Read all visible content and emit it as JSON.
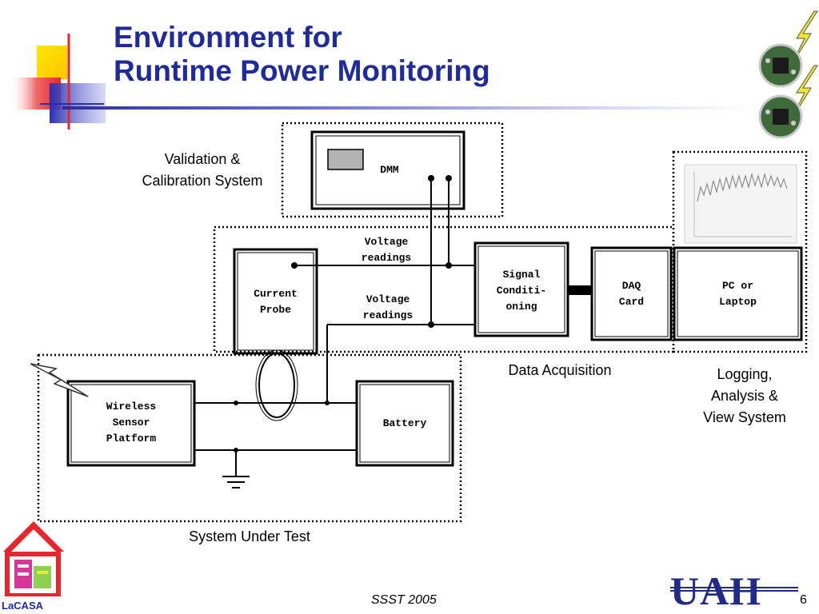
{
  "slide": {
    "title_line1": "Environment for",
    "title_line2": "Runtime Power Monitoring",
    "footer_text": "SSST 2005",
    "page_number": "6",
    "uah_logo_text": "UAH",
    "lacasa_logo_text": "LaCASA"
  },
  "diagram": {
    "validation_label": "Validation &\nCalibration System",
    "dmm_label": "DMM",
    "voltage_readings_1": "Voltage\nreadings",
    "voltage_readings_2": "Voltage\nreadings",
    "current_probe_label": "Current\nProbe",
    "signal_conditioning_label": "Signal\nConditi-\noning",
    "daq_card_label": "DAQ\nCard",
    "pc_laptop_label": "PC or\nLaptop",
    "data_acquisition_label": "Data Acquisition",
    "logging_label": "Logging,\nAnalysis &\nView System",
    "wireless_platform_label": "Wireless\nSensor\nPlatform",
    "battery_label": "Battery",
    "system_under_test_label": "System Under Test"
  },
  "colors": {
    "title": "#1f2a9c",
    "deco_yellow": "#ffd700",
    "deco_red": "#e8242c",
    "deco_blue": "#2a2fb0",
    "lightning": "#f0e82a"
  }
}
